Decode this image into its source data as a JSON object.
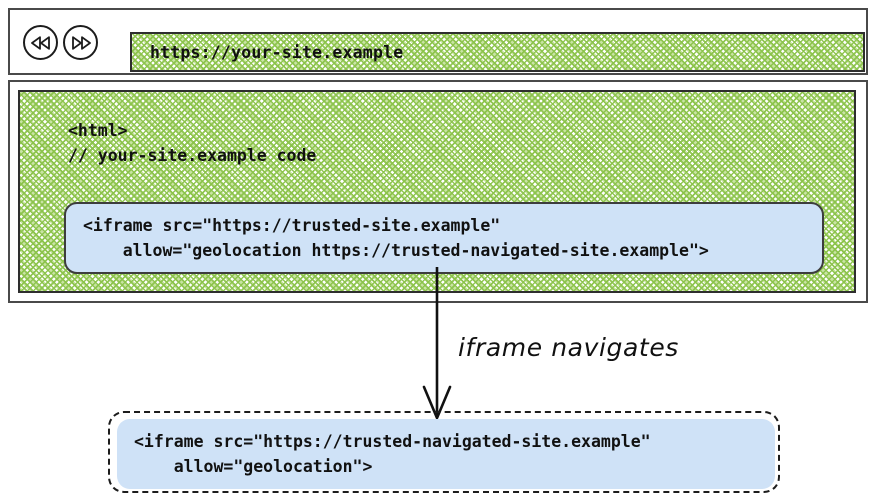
{
  "browser": {
    "back_icon": "rewind-double-left-icon",
    "forward_icon": "fast-forward-double-right-icon",
    "url": "https://your-site.example"
  },
  "page_source": {
    "code": "<html>\n// your-site.example code",
    "iframe_declaration": "<iframe src=\"https://trusted-site.example\"\n    allow=\"geolocation https://trusted-navigated-site.example\">"
  },
  "annotation": {
    "label": "iframe navigates",
    "arrow_icon": "down-arrow-icon"
  },
  "navigated_iframe": {
    "declaration": "<iframe src=\"https://trusted-navigated-site.example\"\n    allow=\"geolocation\">"
  },
  "colors": {
    "page_fill_green": "#8bc34a",
    "iframe_fill_blue": "#cfe2f7",
    "stroke_dark": "#2e2e2e",
    "frame_gray": "#4a4a4a"
  }
}
